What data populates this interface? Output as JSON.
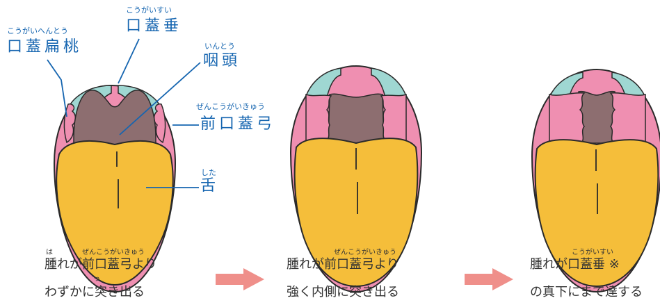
{
  "colors": {
    "outline": "#2a2a2a",
    "tongue": "#f5be3a",
    "arch": "#ef8fb1",
    "palate": "#9fd7d2",
    "pharynx": "#8d6e70",
    "label_blue": "#1565b0",
    "arrow": "#ef8f8a",
    "caption": "#333333"
  },
  "labels": {
    "tonsil": {
      "ruby": "こうがいへんとう",
      "text": "口蓋扁桃"
    },
    "uvula": {
      "ruby": "こうがいすい",
      "text": "口蓋垂"
    },
    "pharynx": {
      "ruby": "いんとう",
      "text": "咽頭"
    },
    "arch": {
      "ruby": "ぜんこうがいきゅう",
      "text": "前口蓋弓"
    },
    "tongue": {
      "ruby": "した",
      "text": "舌"
    }
  },
  "captions": [
    {
      "ruby_left": "は",
      "ruby_right": "ぜんこうがいきゅう",
      "line1": "腫れが前口蓋弓より",
      "ruby_mid": "っ",
      "line2": "わずかに突き出る"
    },
    {
      "ruby_right": "ぜんこうがいきゅう",
      "line1": "腫れが前口蓋弓より",
      "line2": "強く内側に突き出る"
    },
    {
      "ruby_right": "こうがいすい",
      "line1": "腫れが口蓋垂 ※",
      "line2": "の真下にまで達する"
    }
  ],
  "arrows": [
    "arrow-right-icon",
    "arrow-right-icon"
  ]
}
